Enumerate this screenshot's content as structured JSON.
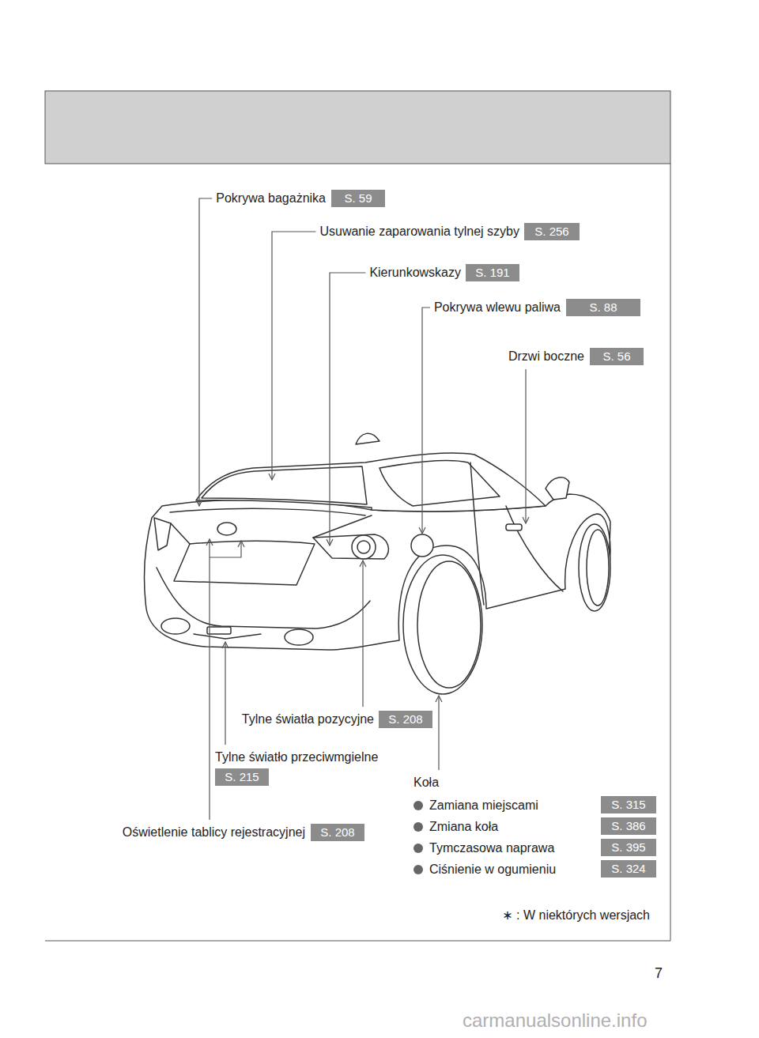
{
  "diagram": {
    "nodes": [
      {
        "text": [
          "S. 59"
        ]
      },
      {
        "text": [
          "S. 256"
        ]
      },
      {
        "text": [
          "S. 191"
        ]
      },
      {
        "text": [
          "S. 88"
        ]
      },
      {
        "text": [
          "S. 56"
        ]
      },
      {
        "text": [
          "S. 208"
        ]
      },
      {
        "text": [
          "S. 215"
        ]
      },
      {
        "text": [
          "S. 315"
        ]
      },
      {
        "text": [
          "S. 386"
        ]
      },
      {
        "text": [
          "S. 208"
        ]
      },
      {
        "text": [
          "S. 395"
        ]
      },
      {
        "text": [
          "S. 324"
        ]
      }
    ],
    "labels": [
      "Pokrywa bagażnika",
      "Usuwanie zaparowania tylnej szyby",
      "Kierunkowskazy",
      "Pokrywa wlewu paliwa",
      "Drzwi boczne",
      "Tylne światła pozycyjne",
      "Tylne światło przeciwmgielne",
      "Koła",
      "Zamiana miejscami",
      "Zmiana koła",
      "Oświetlenie tablicy rejestracyjnej",
      "Tymczasowa naprawa",
      "Ciśnienie w ogumieniu",
      "∗ : W niektórych wersjach",
      "7",
      "carmanualsonline.info"
    ]
  }
}
